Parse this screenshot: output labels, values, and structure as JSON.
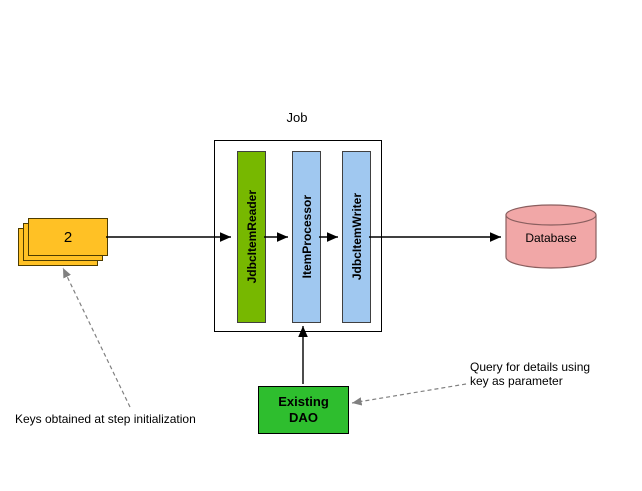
{
  "diagram": {
    "job": {
      "label": "Job",
      "bars": [
        {
          "label": "JdbcItemReader",
          "color": "#77B800"
        },
        {
          "label": "ItemProcessor",
          "color": "#A0C8F0"
        },
        {
          "label": "JdbcItemWriter",
          "color": "#A0C8F0"
        }
      ]
    },
    "keys_stack": {
      "label": "2",
      "color": "#FFC125"
    },
    "database": {
      "label": "Database",
      "color": "#F1A7A7"
    },
    "dao": {
      "label": "Existing\nDAO",
      "color": "#2EBE2E"
    },
    "annotations": {
      "keys_note": "Keys obtained at step initialization",
      "query_note": "Query for details using\nkey as parameter"
    },
    "colors": {
      "flow_arrow": "#000000",
      "dashed_arrow": "#808080",
      "box_border": "#000000"
    }
  }
}
